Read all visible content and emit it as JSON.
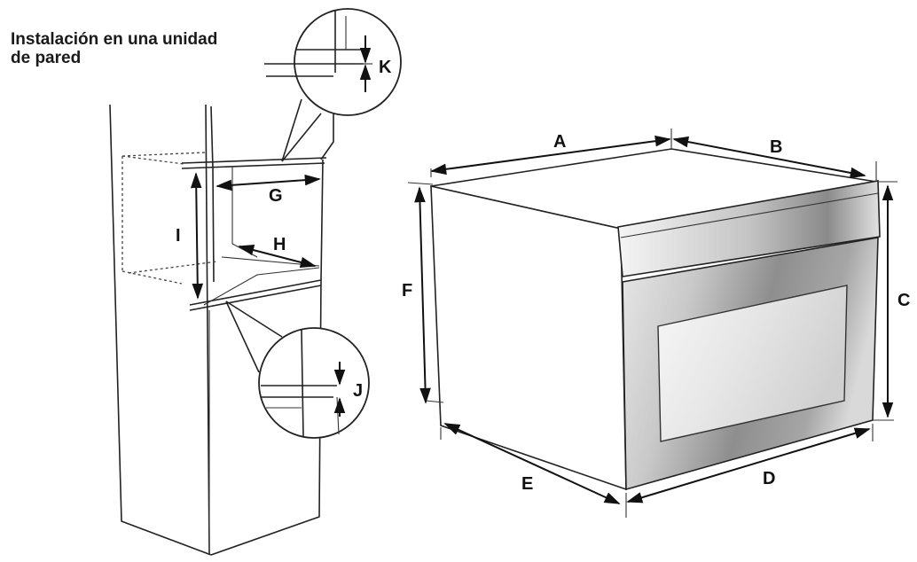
{
  "title": {
    "line1": "Instalación en una unidad",
    "line2": "de pared"
  },
  "labels": {
    "A": "A",
    "B": "B",
    "C": "C",
    "D": "D",
    "E": "E",
    "F": "F",
    "G": "G",
    "H": "H",
    "I": "I",
    "J": "J",
    "K": "K"
  },
  "colors": {
    "line": "#222222",
    "background": "#ffffff",
    "steel_light": "#f4f4f4",
    "steel_dark": "#9a9a9a"
  }
}
